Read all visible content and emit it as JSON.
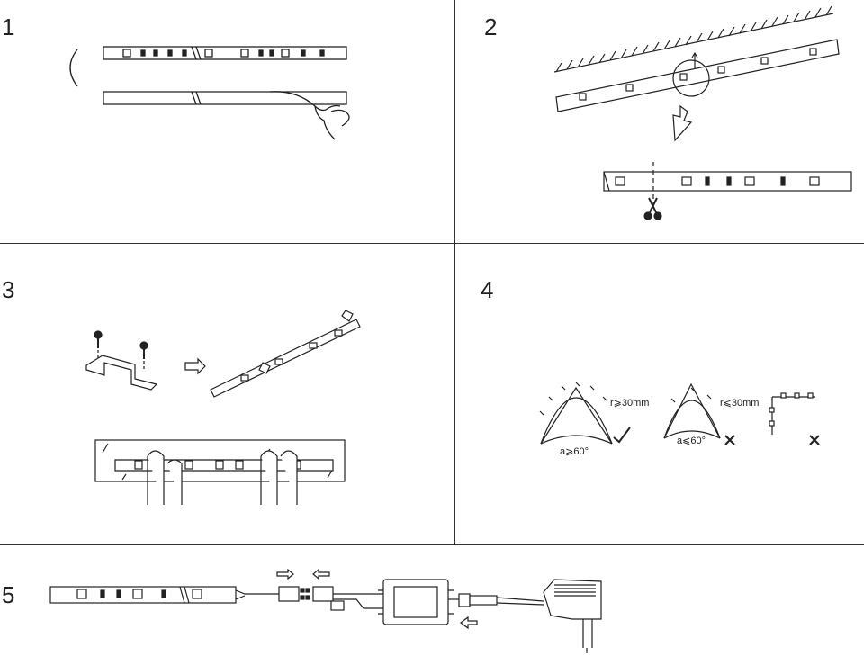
{
  "steps": [
    {
      "number": "1"
    },
    {
      "number": "2"
    },
    {
      "number": "3"
    },
    {
      "number": "4"
    },
    {
      "number": "5"
    }
  ],
  "bend": {
    "ok_radius": "r⩾30mm",
    "ok_angle": "a⩾60°",
    "bad_radius": "r⩽30mm",
    "bad_angle": "a⩽60°"
  },
  "colors": {
    "line": "#222222",
    "grid": "#333333",
    "background": "#ffffff"
  }
}
